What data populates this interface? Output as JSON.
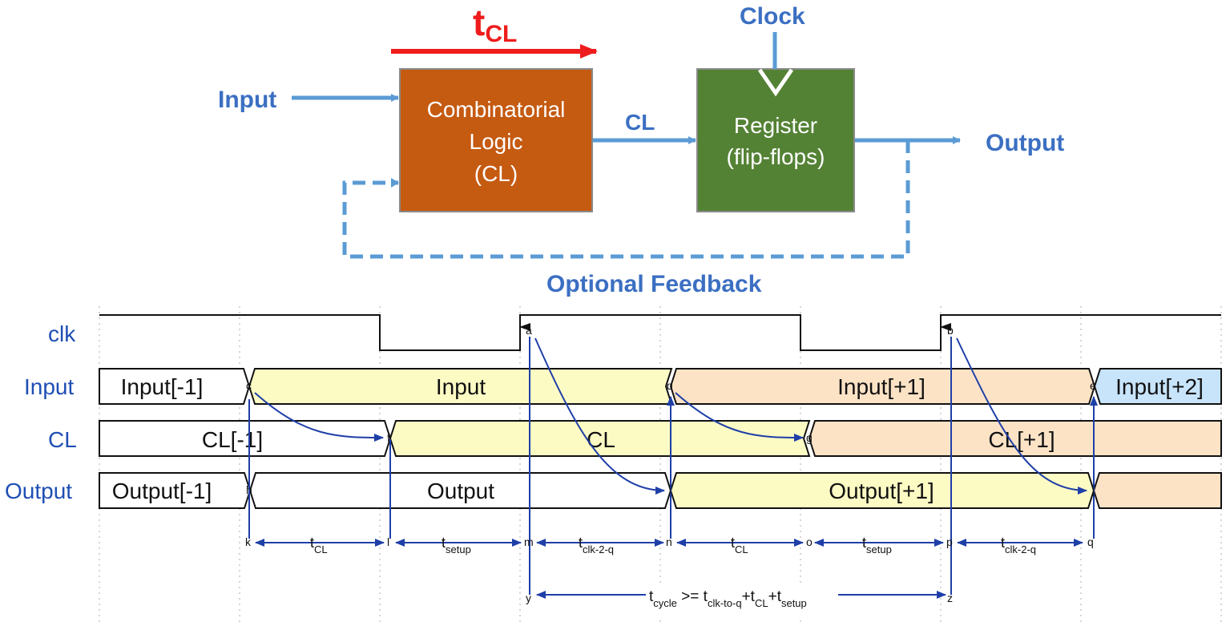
{
  "block_diagram": {
    "tcl_label": "t",
    "tcl_sub": "CL",
    "input_label": "Input",
    "cl_block": [
      "Combinatorial",
      "Logic",
      "(CL)"
    ],
    "cl_wire_label": "CL",
    "clock_label": "Clock",
    "register_block": [
      "Register",
      "(flip-flops)"
    ],
    "output_label": "Output",
    "feedback_label": "Optional Feedback",
    "colors": {
      "cl_block": "#c55a11",
      "register_block": "#548235",
      "wire": "#5b9bd5",
      "tcl_arrow": "#ee1c1c",
      "label": "#3b6fc2"
    }
  },
  "timing": {
    "row_labels": [
      "clk",
      "Input",
      "CL",
      "Output"
    ],
    "input_values": [
      "Input[-1]",
      "Input",
      "Input[+1]",
      "Input[+2]"
    ],
    "cl_values": [
      "CL[-1]",
      "CL",
      "CL[+1]"
    ],
    "output_values": [
      "Output[-1]",
      "Output",
      "Output[+1]"
    ],
    "points": {
      "a": "a",
      "b": "b",
      "c": "c",
      "d": "d",
      "e": "e",
      "f": "f",
      "g": "g",
      "h": "h",
      "i": "i",
      "j": "j",
      "k": "k",
      "l": "l",
      "m": "m",
      "n": "n",
      "o": "o",
      "p": "p",
      "q": "q",
      "y": "y",
      "z": "z"
    },
    "intervals": [
      {
        "main": "t",
        "sub": "CL"
      },
      {
        "main": "t",
        "sub": "setup"
      },
      {
        "main": "t",
        "sub": "clk-2-q"
      },
      {
        "main": "t",
        "sub": "CL"
      },
      {
        "main": "t",
        "sub": "setup"
      },
      {
        "main": "t",
        "sub": "clk-2-q"
      }
    ],
    "cycle": {
      "t1": "t",
      "s1": "cycle",
      "op": " >= ",
      "t2": "t",
      "s2": "clk-to-q",
      "p1": "+",
      "t3": "t",
      "s3": "CL",
      "p2": "+",
      "t4": "t",
      "s4": "setup"
    },
    "colors": {
      "yellow": "#fdfbc4",
      "orange": "#fde3c6",
      "blue": "#c8e4fb",
      "arrow": "#1f3fa8",
      "label": "#1f4fb4"
    }
  }
}
